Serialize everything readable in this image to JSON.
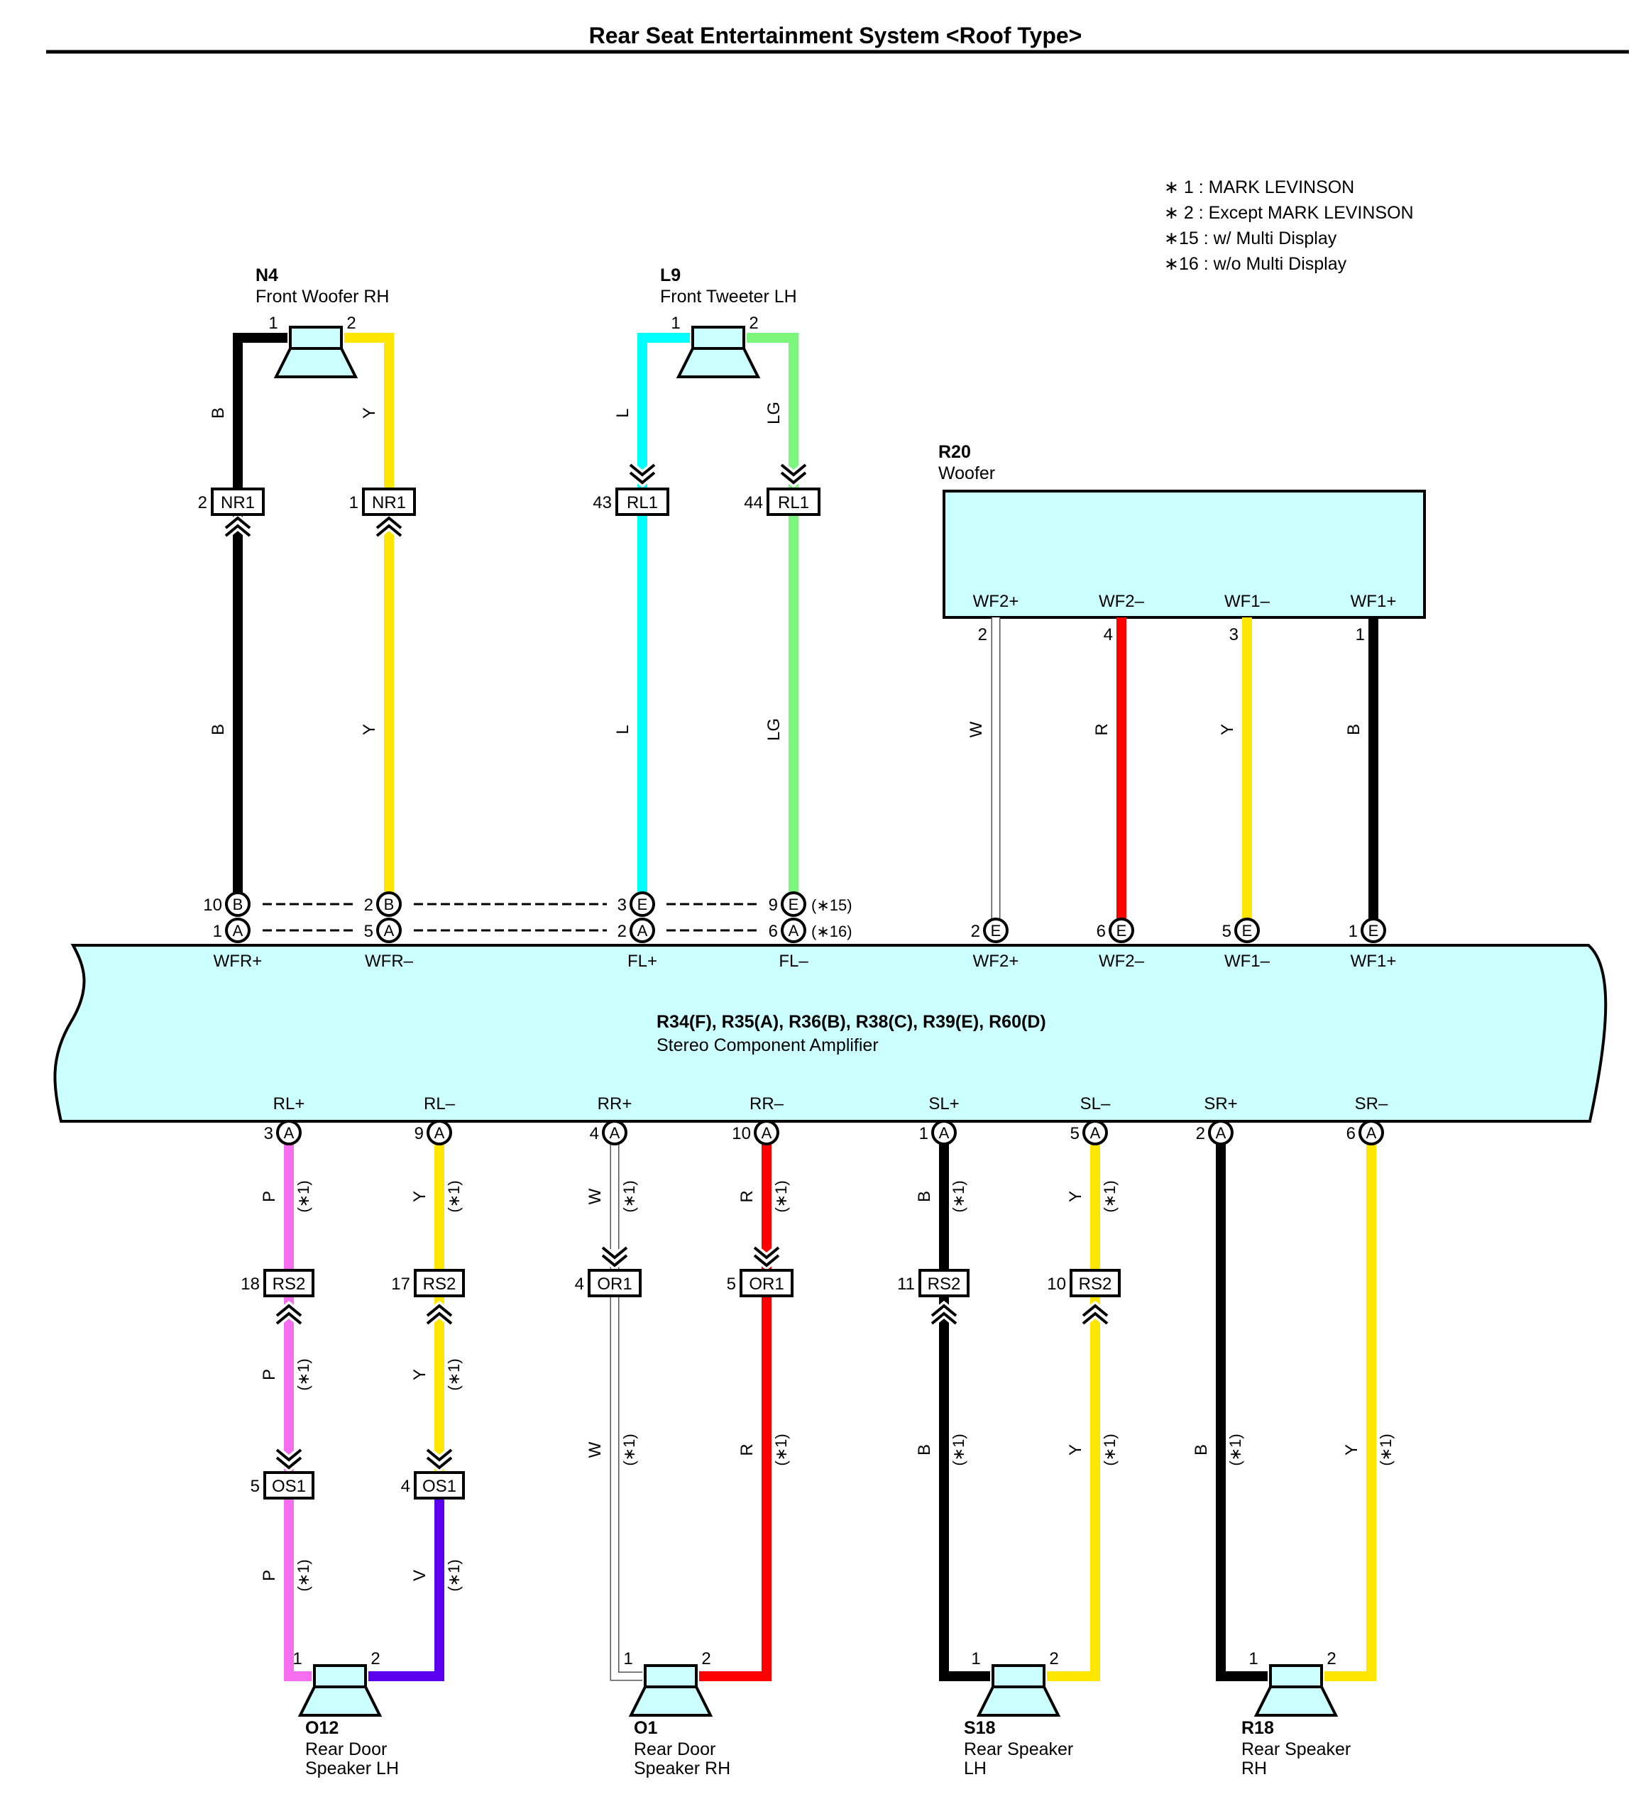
{
  "title": "Rear Seat Entertainment System <Roof Type>",
  "notes": [
    "∗ 1 : MARK LEVINSON",
    "∗ 2 : Except MARK LEVINSON",
    "∗15 : w/ Multi Display",
    "∗16 : w/o Multi Display"
  ],
  "colors": {
    "B": "#000000",
    "Y": "#ffe600",
    "L": "#00ffff",
    "LG": "#7cf57c",
    "W": "#ffffff",
    "R": "#ff0000",
    "P": "#f56ef0",
    "V": "#5a00ee",
    "component_fill": "#ccffff"
  },
  "amplifier": {
    "code": "R34(F), R35(A), R36(B), R38(C), R39(E), R60(D)",
    "name": "Stereo Component Amplifier"
  },
  "components": {
    "n4": {
      "code": "N4",
      "name": "Front Woofer RH",
      "pin1": "1",
      "pin2": "2"
    },
    "l9": {
      "code": "L9",
      "name": "Front Tweeter LH",
      "pin1": "1",
      "pin2": "2"
    },
    "r20": {
      "code": "R20",
      "name": "Woofer"
    },
    "o12": {
      "code": "O12",
      "name1": "Rear Door",
      "name2": "Speaker LH",
      "pin1": "1",
      "pin2": "2"
    },
    "o1": {
      "code": "O1",
      "name1": "Rear Door",
      "name2": "Speaker RH",
      "pin1": "1",
      "pin2": "2"
    },
    "s18": {
      "code": "S18",
      "name1": "Rear Speaker",
      "name2": "LH",
      "pin1": "1",
      "pin2": "2"
    },
    "r18": {
      "code": "R18",
      "name1": "Rear Speaker",
      "name2": "RH",
      "pin1": "1",
      "pin2": "2"
    }
  },
  "top_wires": [
    {
      "id": "wfr_plus",
      "color": "B",
      "signal": "WFR+",
      "upper_label": "B",
      "lower_label": "B",
      "conn": "NR1",
      "conn_pin": "2",
      "chevron": "up",
      "amp_upper": {
        "pin": "10",
        "circ": "B"
      },
      "amp_lower": {
        "pin": "1",
        "circ": "A"
      }
    },
    {
      "id": "wfr_minus",
      "color": "Y",
      "signal": "WFR–",
      "upper_label": "Y",
      "lower_label": "Y",
      "conn": "NR1",
      "conn_pin": "1",
      "chevron": "up",
      "amp_upper": {
        "pin": "2",
        "circ": "B"
      },
      "amp_lower": {
        "pin": "5",
        "circ": "A"
      }
    },
    {
      "id": "fl_plus",
      "color": "L",
      "signal": "FL+",
      "upper_label": "L",
      "lower_label": "L",
      "conn": "RL1",
      "conn_pin": "43",
      "chevron": "down",
      "amp_upper": {
        "pin": "3",
        "circ": "E"
      },
      "amp_lower": {
        "pin": "2",
        "circ": "A"
      }
    },
    {
      "id": "fl_minus",
      "color": "LG",
      "signal": "FL–",
      "upper_label": "LG",
      "lower_label": "LG",
      "conn": "RL1",
      "conn_pin": "44",
      "chevron": "down",
      "amp_upper": {
        "pin": "9",
        "circ": "E"
      },
      "amp_lower": {
        "pin": "6",
        "circ": "A"
      },
      "upper_opt": "(∗15)",
      "lower_opt": "(∗16)"
    }
  ],
  "woofer_wires": [
    {
      "id": "wf2_plus",
      "color": "W",
      "label": "W",
      "signal": "WF2+",
      "woofer_pin": "2",
      "amp_pin": "2",
      "circ": "E"
    },
    {
      "id": "wf2_minus",
      "color": "R",
      "label": "R",
      "signal": "WF2–",
      "woofer_pin": "4",
      "amp_pin": "6",
      "circ": "E"
    },
    {
      "id": "wf1_minus",
      "color": "Y",
      "label": "Y",
      "signal": "WF1–",
      "woofer_pin": "3",
      "amp_pin": "5",
      "circ": "E"
    },
    {
      "id": "wf1_plus",
      "color": "B",
      "label": "B",
      "signal": "WF1+",
      "woofer_pin": "1",
      "amp_pin": "1",
      "circ": "E"
    }
  ],
  "bottom_wires": [
    {
      "id": "rl_plus",
      "signal": "RL+",
      "amp_pin": "3",
      "circ": "A",
      "seg": [
        {
          "color": "P",
          "label": "P"
        },
        {
          "color": "P",
          "label": "P"
        },
        {
          "color": "P",
          "label": "P"
        }
      ],
      "conn1": {
        "name": "RS2",
        "pin": "18",
        "chevron": "up"
      },
      "conn2": {
        "name": "OS1",
        "pin": "5",
        "chevron": "down"
      }
    },
    {
      "id": "rl_minus",
      "signal": "RL–",
      "amp_pin": "9",
      "circ": "A",
      "seg": [
        {
          "color": "Y",
          "label": "Y"
        },
        {
          "color": "Y",
          "label": "Y"
        },
        {
          "color": "V",
          "label": "V"
        }
      ],
      "conn1": {
        "name": "RS2",
        "pin": "17",
        "chevron": "up"
      },
      "conn2": {
        "name": "OS1",
        "pin": "4",
        "chevron": "down"
      }
    },
    {
      "id": "rr_plus",
      "signal": "RR+",
      "amp_pin": "4",
      "circ": "A",
      "seg": [
        {
          "color": "W",
          "label": "W"
        },
        {
          "color": "W",
          "label": "W"
        }
      ],
      "conn1": {
        "name": "OR1",
        "pin": "4",
        "chevron": "down"
      }
    },
    {
      "id": "rr_minus",
      "signal": "RR–",
      "amp_pin": "10",
      "circ": "A",
      "seg": [
        {
          "color": "R",
          "label": "R"
        },
        {
          "color": "R",
          "label": "R"
        }
      ],
      "conn1": {
        "name": "OR1",
        "pin": "5",
        "chevron": "down"
      }
    },
    {
      "id": "sl_plus",
      "signal": "SL+",
      "amp_pin": "1",
      "circ": "A",
      "seg": [
        {
          "color": "B",
          "label": "B"
        },
        {
          "color": "B",
          "label": "B"
        }
      ],
      "conn1": {
        "name": "RS2",
        "pin": "11",
        "chevron": "up"
      }
    },
    {
      "id": "sl_minus",
      "signal": "SL–",
      "amp_pin": "5",
      "circ": "A",
      "seg": [
        {
          "color": "Y",
          "label": "Y"
        },
        {
          "color": "Y",
          "label": "Y"
        }
      ],
      "conn1": {
        "name": "RS2",
        "pin": "10",
        "chevron": "up"
      }
    },
    {
      "id": "sr_plus",
      "signal": "SR+",
      "amp_pin": "2",
      "circ": "A",
      "seg": [
        {
          "color": "B",
          "label": "B"
        }
      ]
    },
    {
      "id": "sr_minus",
      "signal": "SR–",
      "amp_pin": "6",
      "circ": "A",
      "seg": [
        {
          "color": "Y",
          "label": "Y"
        }
      ]
    }
  ],
  "option_mark": "(∗1)"
}
